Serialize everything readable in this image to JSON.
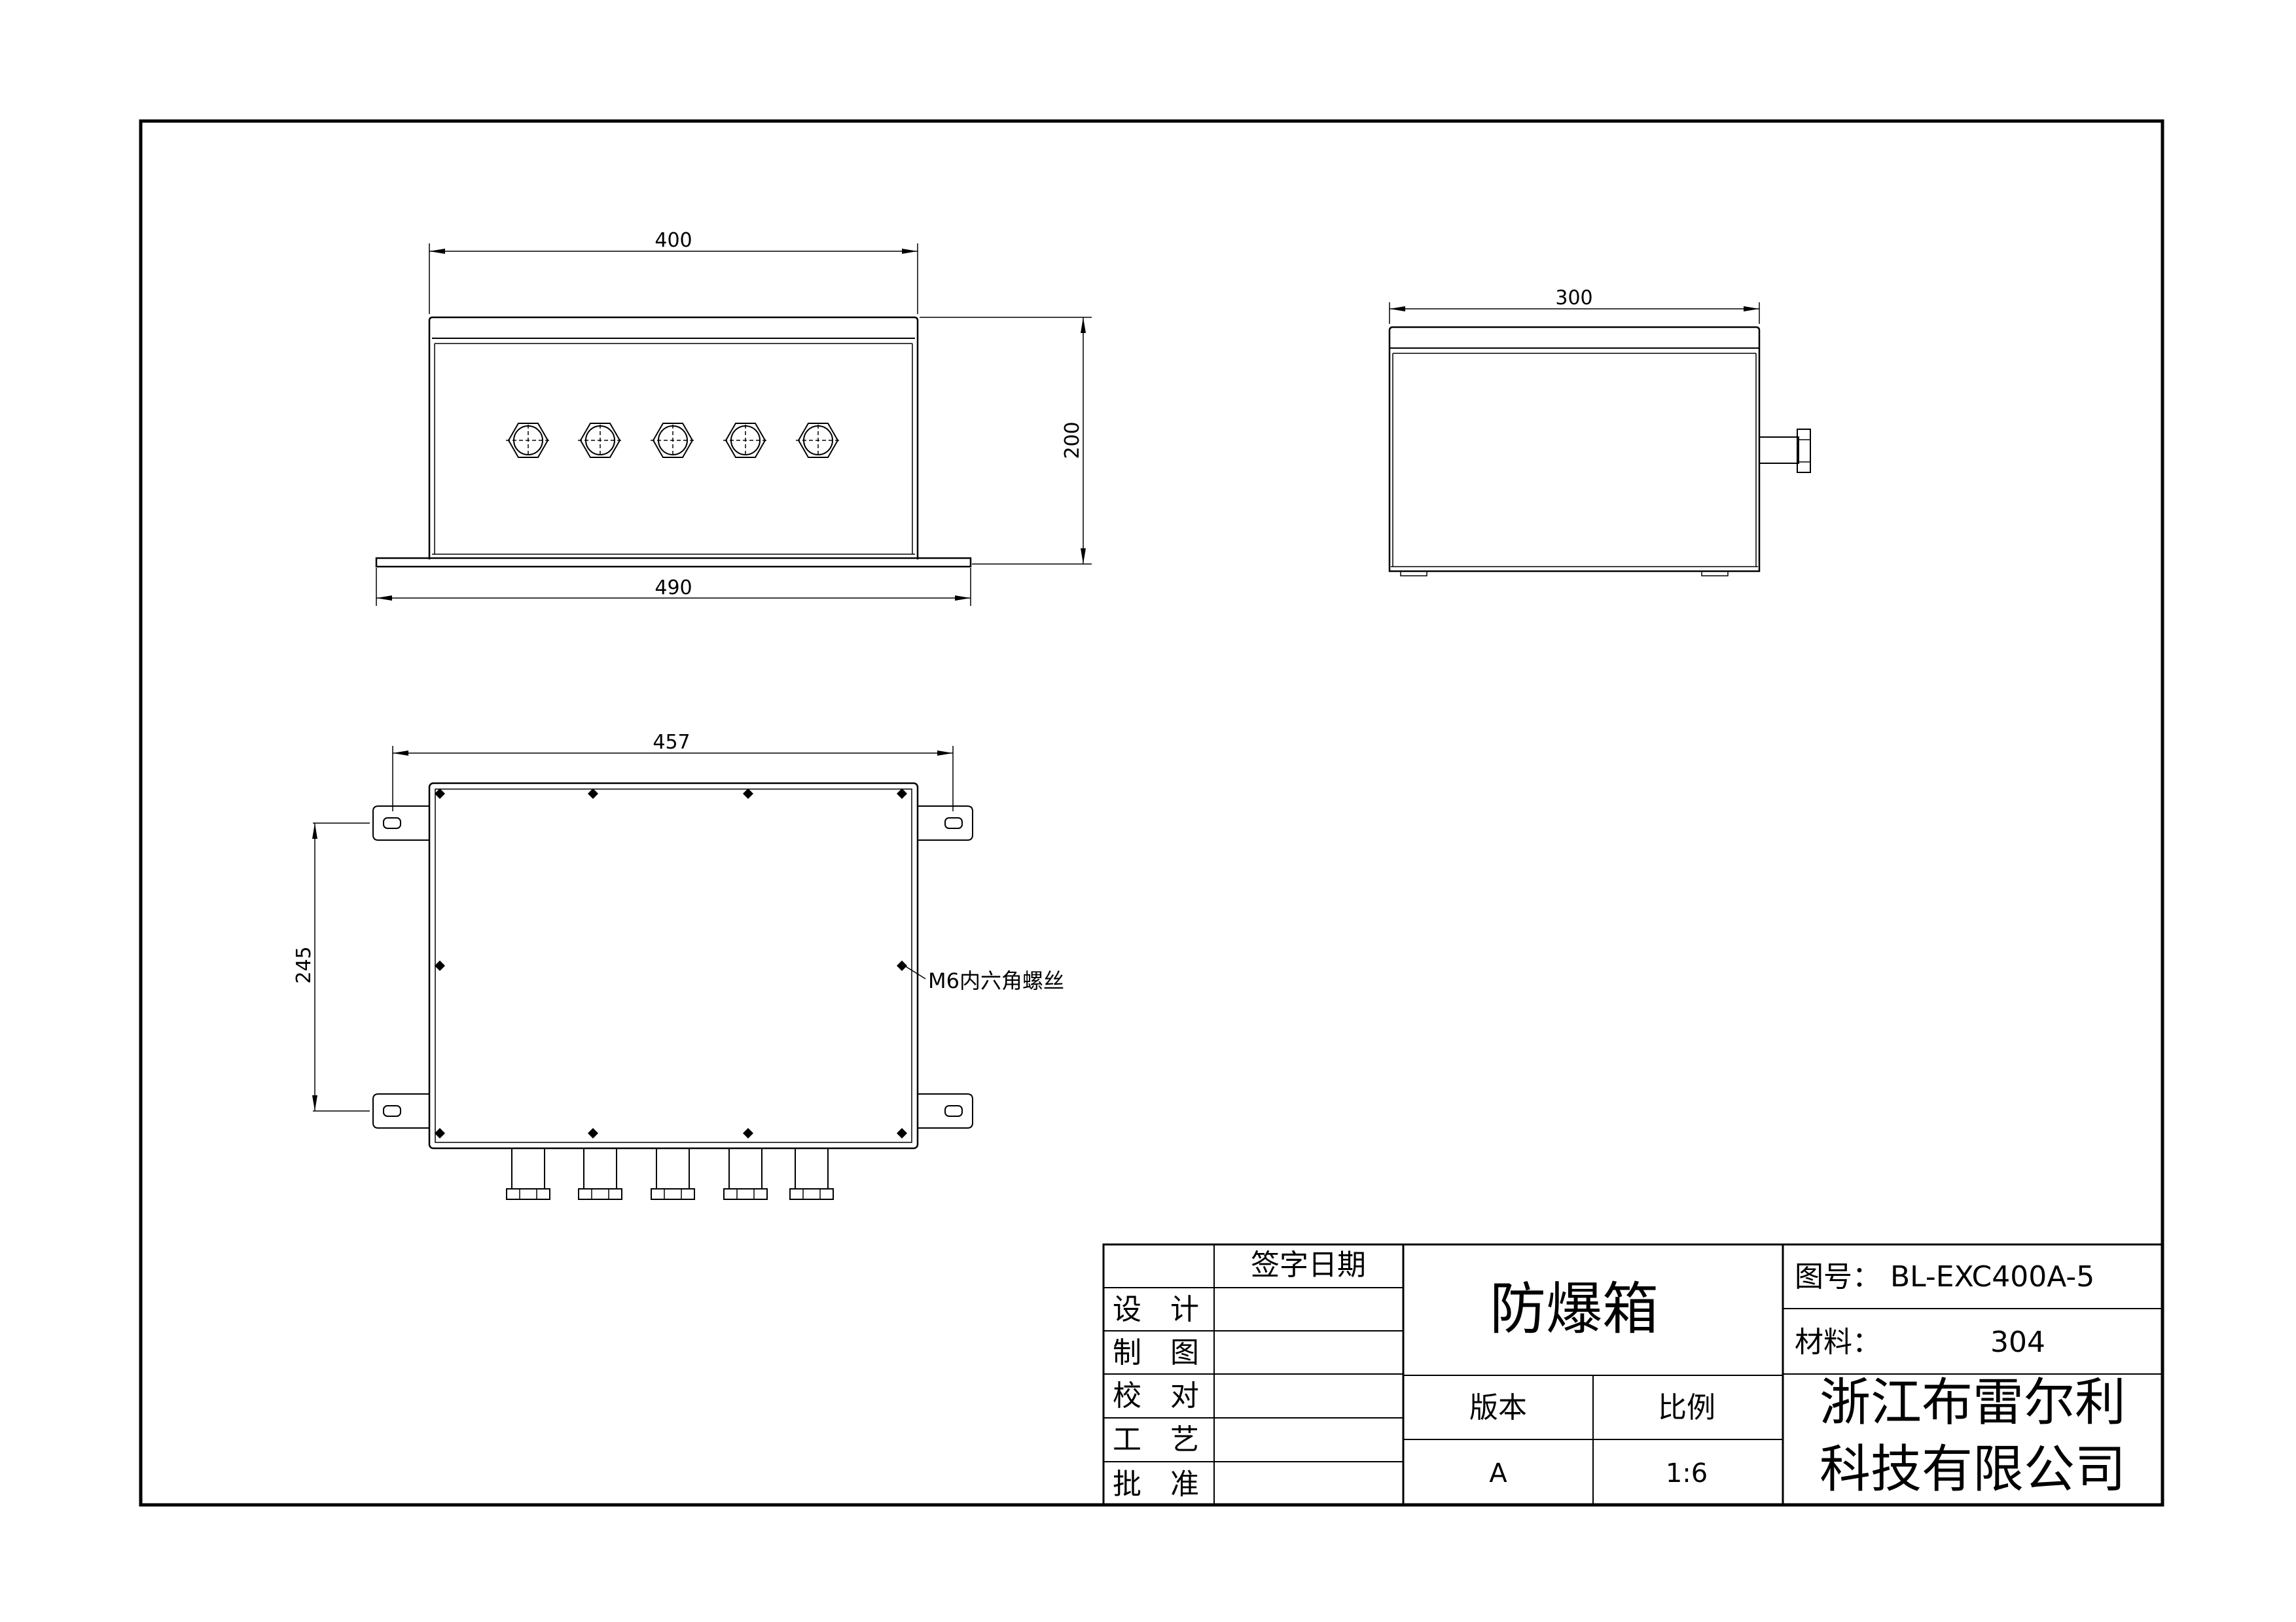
{
  "drawing": {
    "dimensions": {
      "front_width": "400",
      "front_height": "200",
      "front_base_width": "490",
      "side_width": "300",
      "top_mount_spacing": "457",
      "top_mount_vertical": "245"
    },
    "callout_screw": "M6内六角螺丝"
  },
  "title_block": {
    "sign_date_header": "签字日期",
    "roles": [
      "设　计",
      "制　图",
      "校　对",
      "工　艺",
      "批　准"
    ],
    "title": "防爆箱",
    "version_label": "版本",
    "version_value": "A",
    "scale_label": "比例",
    "scale_value": "1:6",
    "drawing_no": "图号： BL-EXC400A-5",
    "material_label": "材料：",
    "material_value": "304",
    "company_line1": "浙江布雷尔利",
    "company_line2": "科技有限公司"
  }
}
